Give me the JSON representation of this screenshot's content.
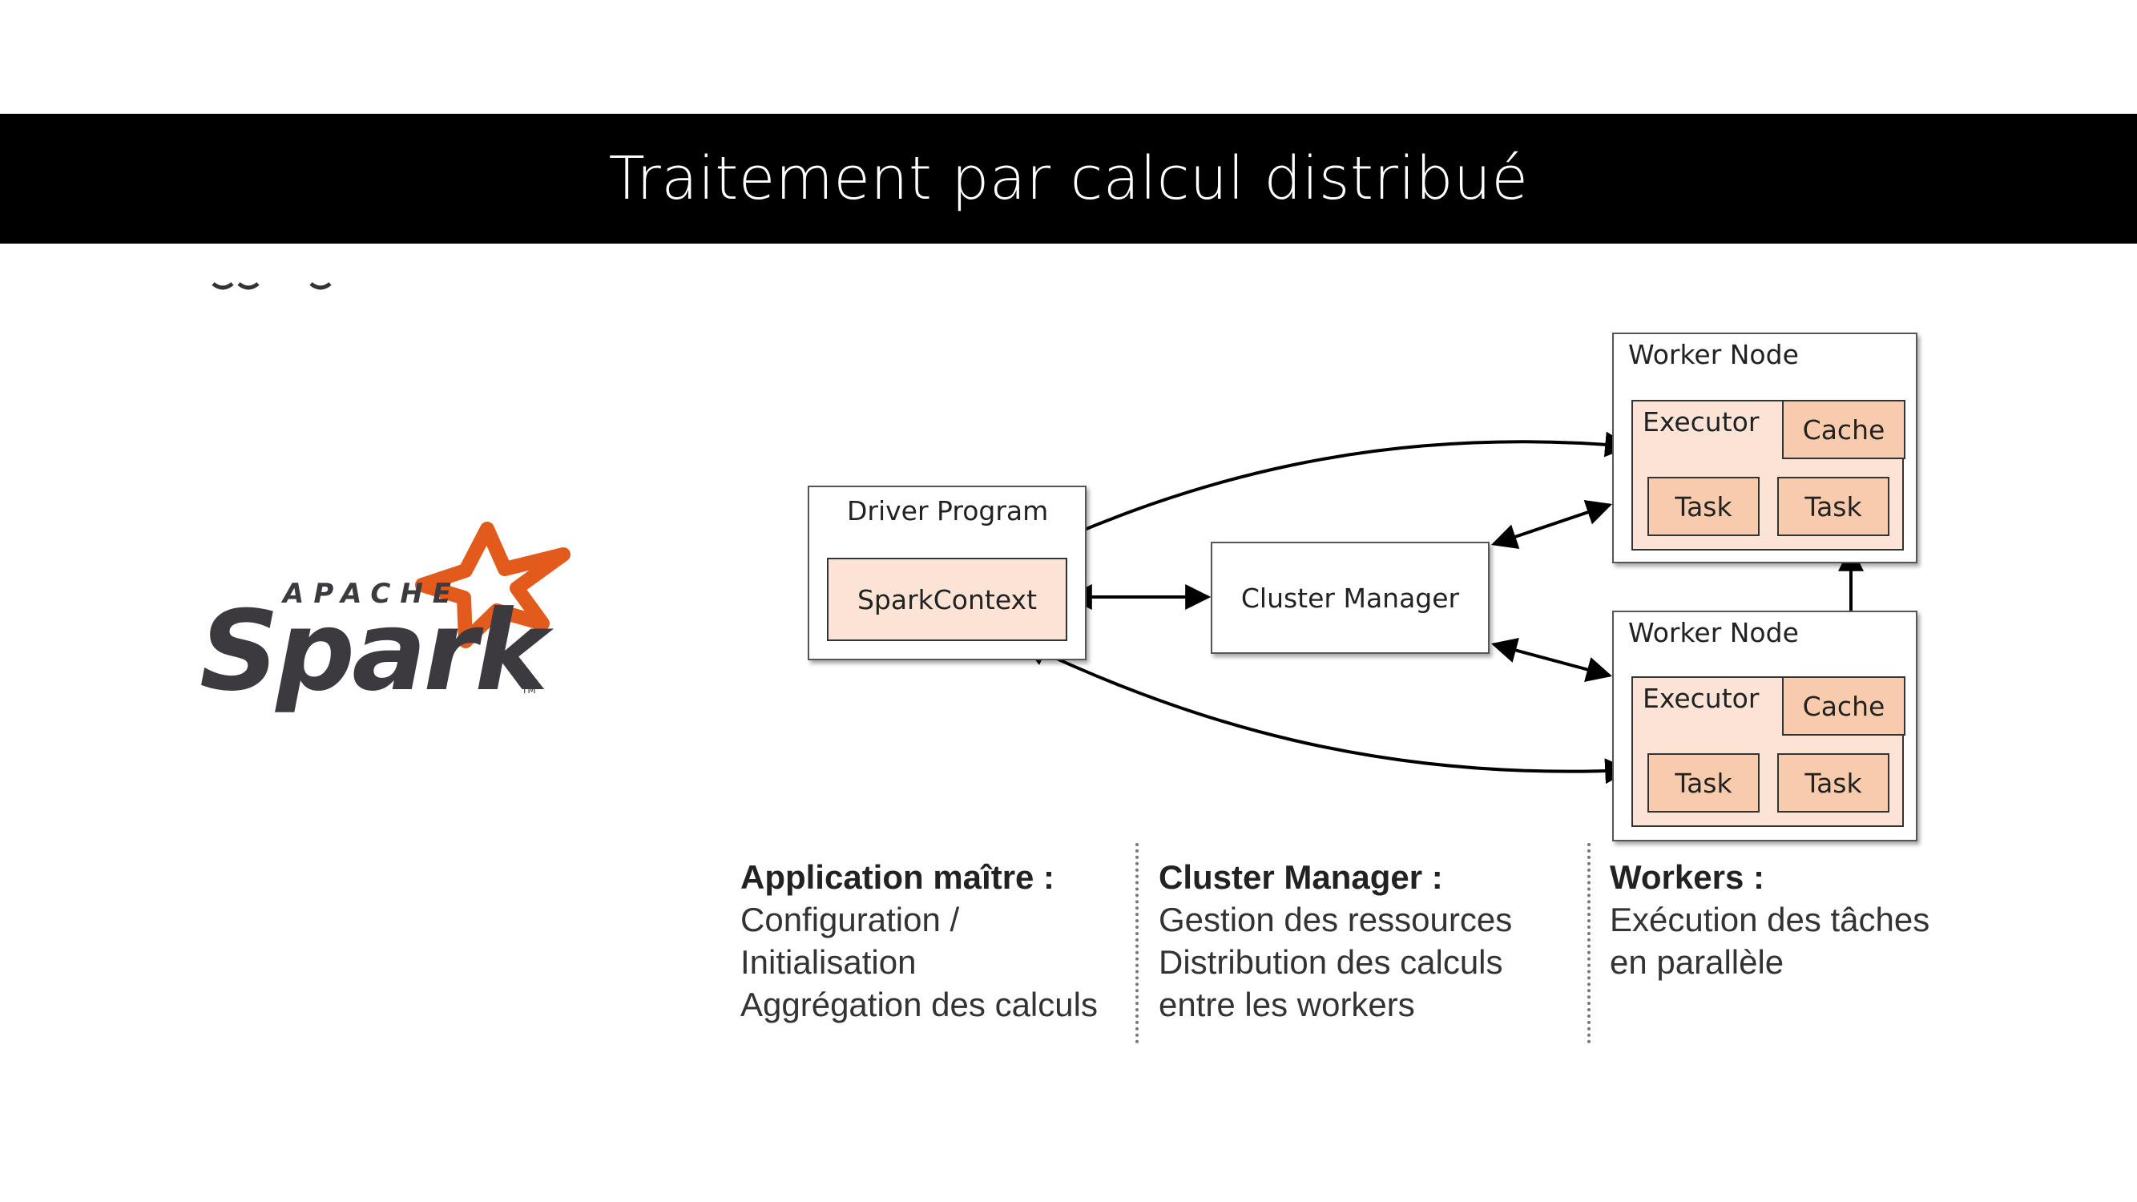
{
  "title": "Traitement par calcul distribué",
  "logo": {
    "top": "APACHE",
    "word": "Spark",
    "tm": "TM",
    "accent": "#e25a1c",
    "text_color": "#3c3a3e"
  },
  "colors": {
    "peach_light": "#fbe4d5",
    "peach": "#f8cbad",
    "title_bg": "#000000"
  },
  "diagram": {
    "driver": {
      "title": "Driver Program",
      "context": "SparkContext"
    },
    "cluster_manager": "Cluster Manager",
    "worker1": {
      "title": "Worker Node",
      "executor": "Executor",
      "cache": "Cache",
      "task1": "Task",
      "task2": "Task"
    },
    "worker2": {
      "title": "Worker Node",
      "executor": "Executor",
      "cache": "Cache",
      "task1": "Task",
      "task2": "Task"
    }
  },
  "descriptions": [
    {
      "heading": "Application maître :",
      "lines": [
        "Configuration /",
        "Initialisation",
        "Aggrégation des calculs"
      ]
    },
    {
      "heading": "Cluster Manager :",
      "lines": [
        "Gestion des ressources",
        "Distribution des calculs",
        "entre les workers"
      ]
    },
    {
      "heading": "Workers :",
      "lines": [
        "Exécution des tâches",
        "en parallèle"
      ]
    }
  ]
}
